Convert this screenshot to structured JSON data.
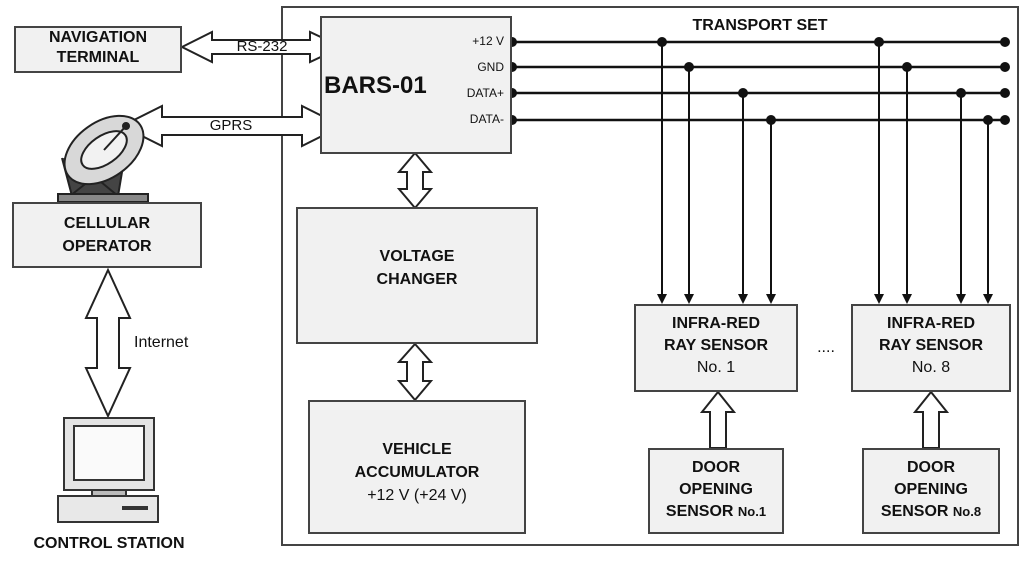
{
  "nav_terminal": {
    "line1": "NAVIGATION",
    "line2": "TERMINAL"
  },
  "rs232": "RS-232",
  "gprs": "GPRS",
  "cellular": {
    "line1": "CELLULAR",
    "line2": "OPERATOR"
  },
  "internet": "Internet",
  "control_station": "CONTROL STATION",
  "bars": {
    "title": "BARS-01",
    "pins": [
      "+12 V",
      "GND",
      "DATA+",
      "DATA-"
    ]
  },
  "transport_set": "TRANSPORT SET",
  "voltage_changer": {
    "line1": "VOLTAGE",
    "line2": "CHANGER"
  },
  "accumulator": {
    "line1": "VEHICLE",
    "line2": "ACCUMULATOR",
    "line3": "+12 V (+24 V)"
  },
  "ir1": {
    "line1": "INFRA-RED",
    "line2": "RAY SENSOR",
    "line3": "No. 1"
  },
  "ir8": {
    "line1": "INFRA-RED",
    "line2": "RAY SENSOR",
    "line3": "No. 8"
  },
  "ellipsis": "....",
  "door1": {
    "line1": "DOOR",
    "line2": "OPENING",
    "line3": "SENSOR",
    "num": "No.1"
  },
  "door8": {
    "line1": "DOOR",
    "line2": "OPENING",
    "line3": "SENSOR",
    "num": "No.8"
  }
}
